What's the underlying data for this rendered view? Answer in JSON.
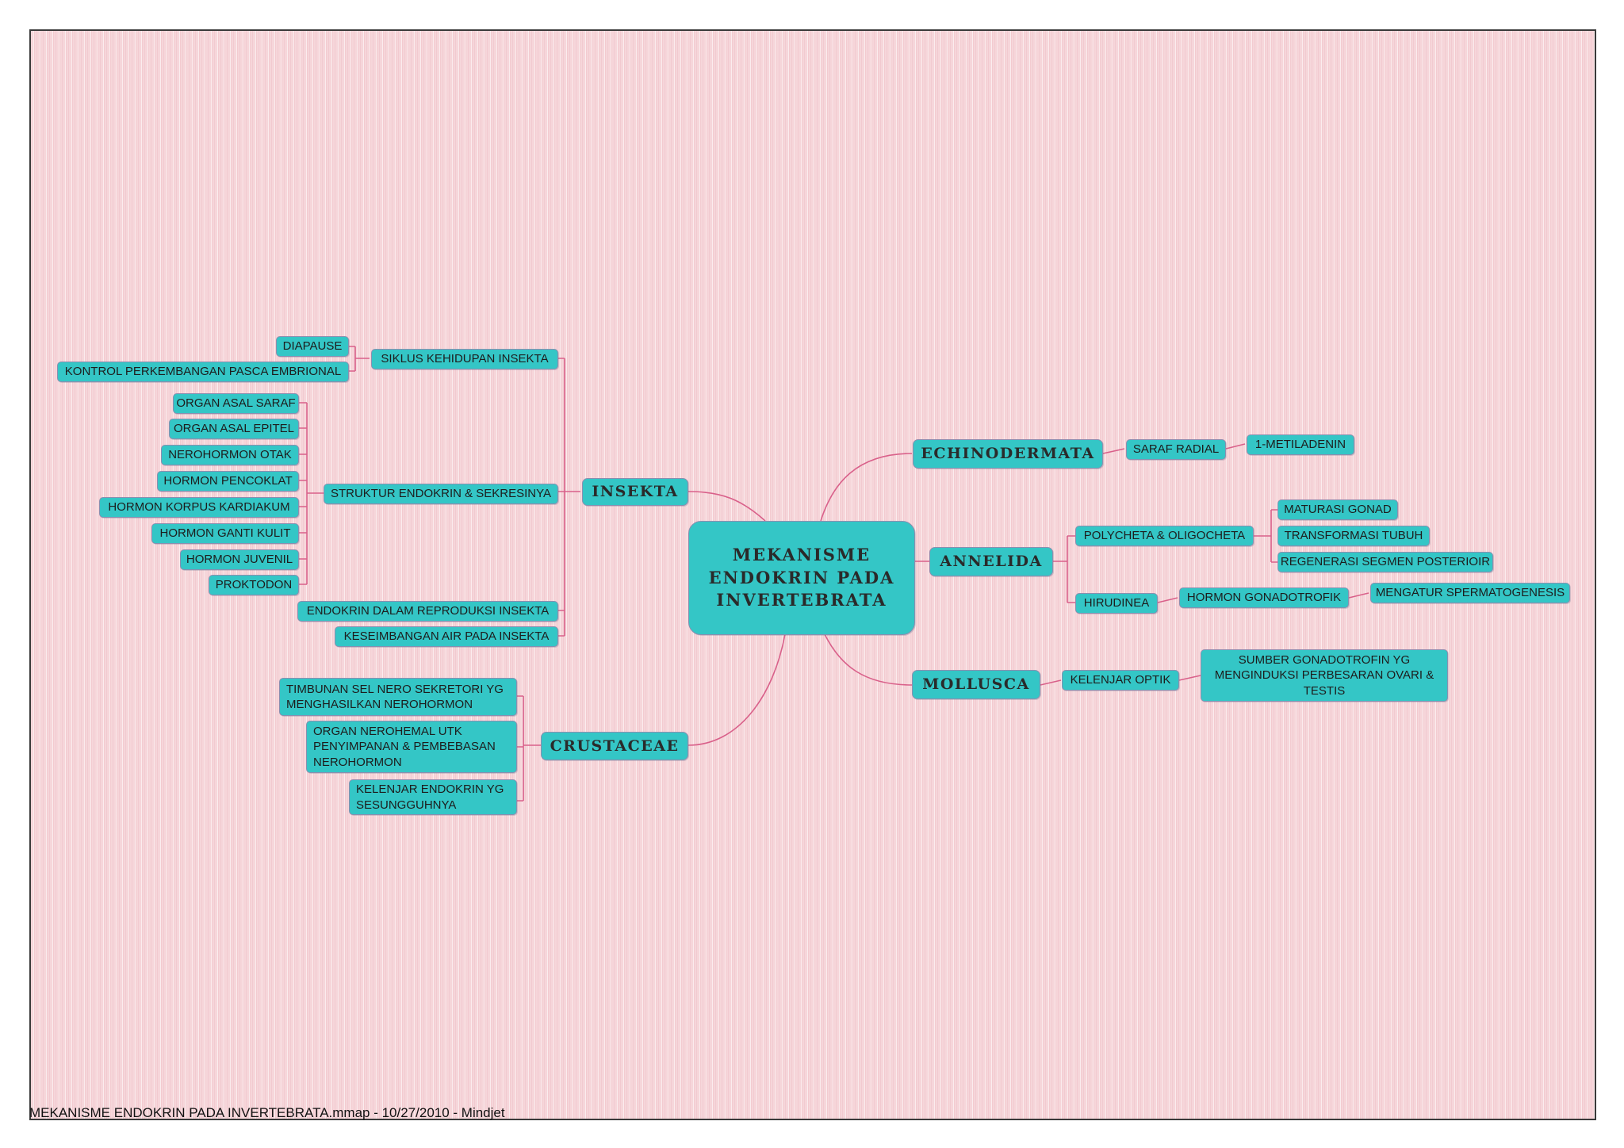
{
  "central": "MEKANISME ENDOKRIN PADA INVERTEBRATA",
  "footer": "MEKANISME ENDOKRIN PADA INVERTEBRATA.mmap - 10/27/2010 - Mindjet",
  "colors": {
    "node_fill": "#34c6c6",
    "connector": "#d9608a",
    "background": "#f6d6da"
  },
  "insekta": {
    "label": "INSEKTA",
    "siklus": {
      "label": "SIKLUS KEHIDUPAN INSEKTA",
      "children": [
        "DIAPAUSE",
        "KONTROL PERKEMBANGAN PASCA EMBRIONAL"
      ]
    },
    "struktur": {
      "label": "STRUKTUR ENDOKRIN & SEKRESINYA",
      "children": [
        "ORGAN ASAL SARAF",
        "ORGAN ASAL EPITEL",
        "NEROHORMON OTAK",
        "HORMON PENCOKLAT",
        "HORMON KORPUS KARDIAKUM",
        "HORMON GANTI KULIT",
        "HORMON JUVENIL",
        "PROKTODON"
      ]
    },
    "reproduksi": "ENDOKRIN DALAM REPRODUKSI INSEKTA",
    "air": "KESEIMBANGAN AIR PADA INSEKTA"
  },
  "crustaceae": {
    "label": "CRUSTACEAE",
    "children": [
      "TIMBUNAN SEL NERO SEKRETORI YG MENGHASILKAN NEROHORMON",
      "ORGAN NEROHEMAL UTK PENYIMPANAN & PEMBEBASAN NEROHORMON",
      "KELENJAR ENDOKRIN YG SESUNGGUHNYA"
    ]
  },
  "echinodermata": {
    "label": "ECHINODERMATA",
    "saraf": "SARAF RADIAL",
    "metil": "1-METILADENIN"
  },
  "annelida": {
    "label": "ANNELIDA",
    "poly": {
      "label": "POLYCHETA & OLIGOCHETA",
      "children": [
        "MATURASI GONAD",
        "TRANSFORMASI TUBUH",
        "REGENERASI SEGMEN POSTERIOIR"
      ]
    },
    "hiru": {
      "label": "HIRUDINEA",
      "hormon": "HORMON GONADOTROFIK",
      "sperma": "MENGATUR SPERMATOGENESIS"
    }
  },
  "mollusca": {
    "label": "MOLLUSCA",
    "kelenjar": "KELENJAR OPTIK",
    "sumber": "SUMBER GONADOTROFIN YG MENGINDUKSI PERBESARAN OVARI & TESTIS"
  }
}
